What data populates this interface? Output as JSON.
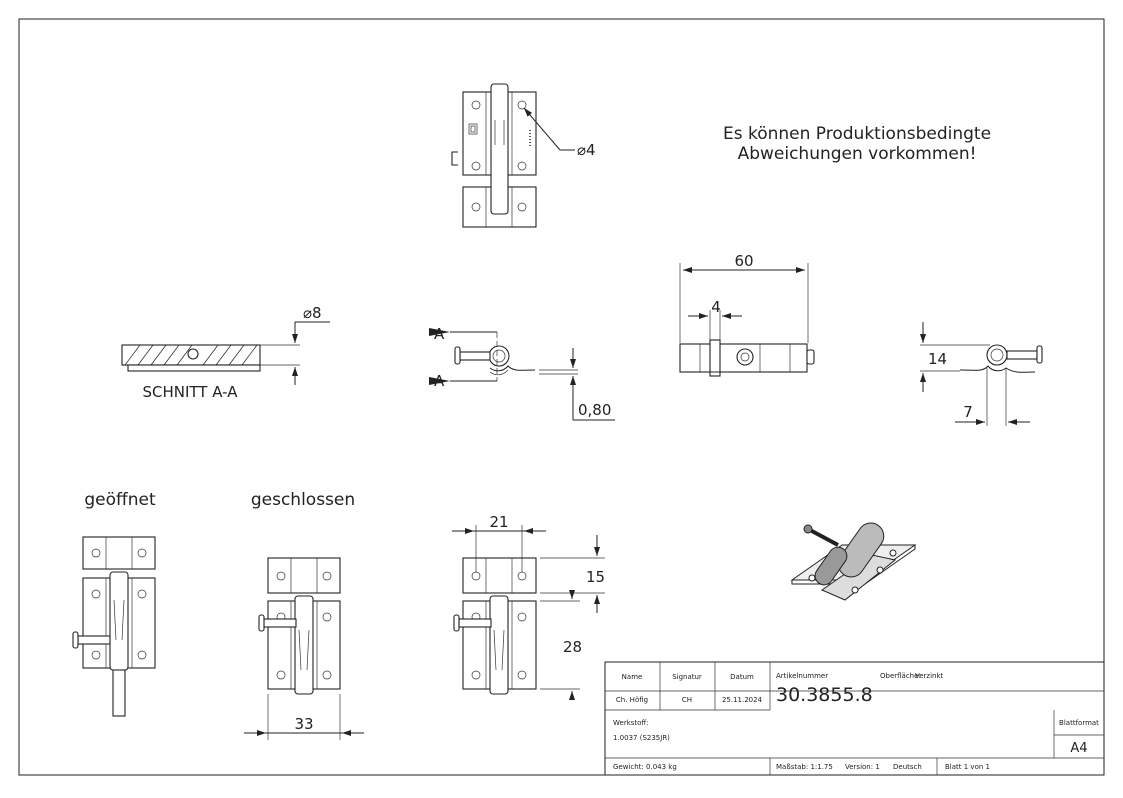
{
  "note": {
    "line1": "Es können Produktionsbedingte",
    "line2": "Abweichungen vorkommen!"
  },
  "views": {
    "section_label": "SCHNITT A-A",
    "open_label": "geöffnet",
    "closed_label": "geschlossen",
    "section_marker": "A"
  },
  "dimensions": {
    "hole_dia": "4",
    "pin_dia": "8",
    "thickness": "0,80",
    "length": "60",
    "knob_width": "4",
    "height": "14",
    "foot": "7",
    "hole_spacing": "21",
    "plate_height": "15",
    "body_height": "28",
    "body_width": "33"
  },
  "title_block": {
    "name_label": "Name",
    "signatur_label": "Signatur",
    "datum_label": "Datum",
    "name": "Ch. Höfig",
    "signatur": "CH",
    "datum": "25.11.2024",
    "artikel_label": "Artikelnummer",
    "oberflaeche_label": "Oberfläche:",
    "oberflaeche": "Verzinkt",
    "artikelnummer": "30.3855.8",
    "werkstoff_label": "Werkstoff:",
    "werkstoff": "1.0037 (S235JR)",
    "blattformat_label": "Blattformat",
    "blattformat": "A4",
    "gewicht": "Gewicht: 0.043 kg",
    "massstab": "Maßstab: 1:1.75",
    "version": "Version: 1",
    "sprache": "Deutsch",
    "blatt": "Blatt 1 von 1"
  }
}
